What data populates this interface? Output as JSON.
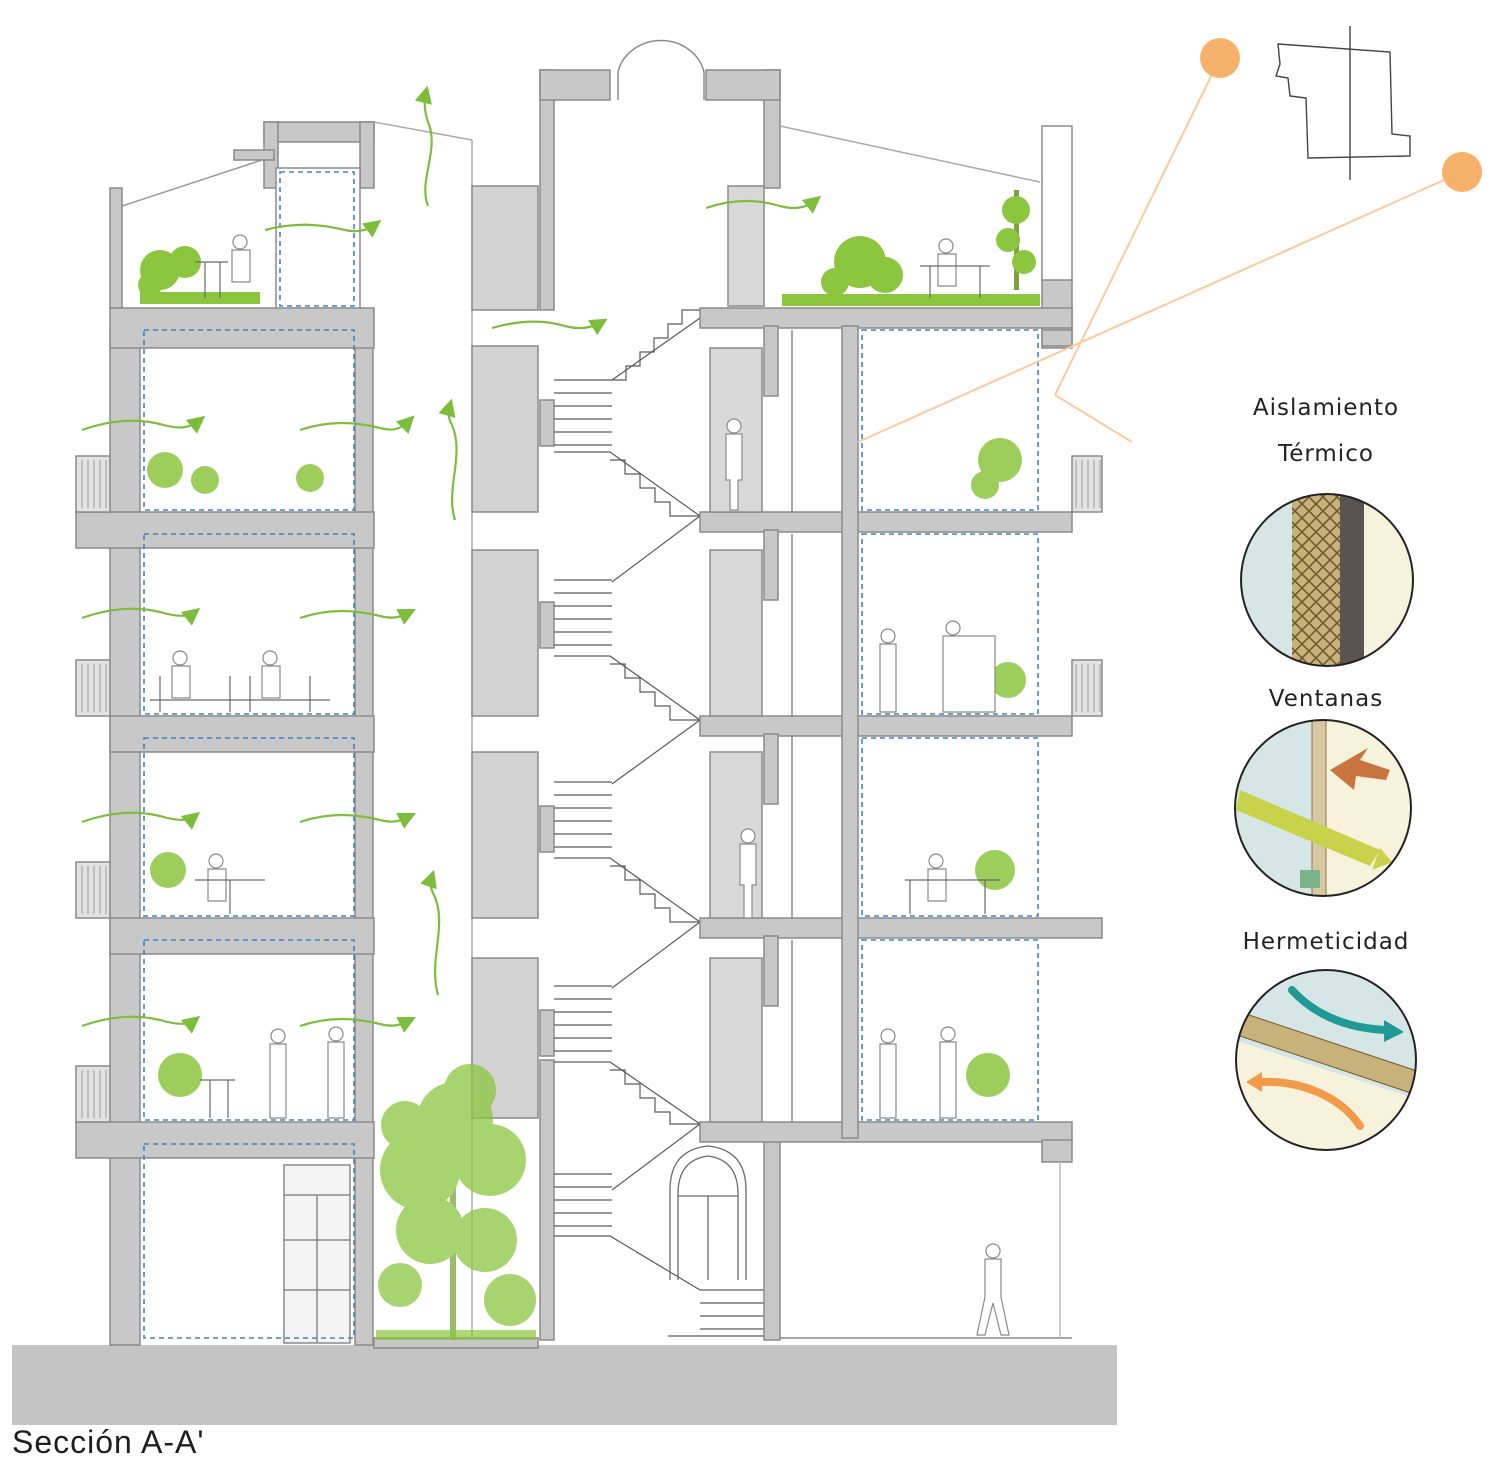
{
  "title": "Sección A-A'",
  "legend": [
    {
      "id": "insulation",
      "lines": [
        "Aislamiento",
        "Térmico"
      ]
    },
    {
      "id": "windows",
      "lines": [
        "Ventanas"
      ]
    },
    {
      "id": "airtightness",
      "lines": [
        "Hermeticidad"
      ]
    }
  ],
  "colors": {
    "wall": "#c8c8c8",
    "wall_stroke": "#7a7a7a",
    "ground": "#c4c4c4",
    "vegetation": "#8cc63f",
    "airflow": "#7dbd3c",
    "sun": "#f6b26b",
    "sun_ray": "#f9cb9c",
    "insulation_line": "#3d85c6",
    "text": "#222222"
  },
  "icons": [
    "sun-icon",
    "site-plan-icon",
    "insulation-detail-icon",
    "window-detail-icon",
    "airtightness-detail-icon"
  ]
}
